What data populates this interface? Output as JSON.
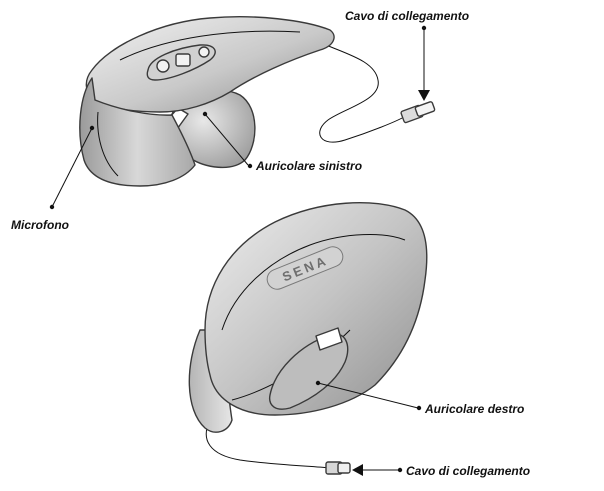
{
  "labels": {
    "cable_top": "Cavo di collegamento",
    "left_earpiece": "Auricolare sinistro",
    "microphone": "Microfono",
    "right_earpiece": "Auricolare destro",
    "cable_bottom": "Cavo di collegamento"
  },
  "logo_text": "SENA",
  "colors": {
    "leader": "#111111",
    "shell_light": "#e4e4e4",
    "shell_dark": "#8c8c8c",
    "outline": "#3a3a3a"
  }
}
